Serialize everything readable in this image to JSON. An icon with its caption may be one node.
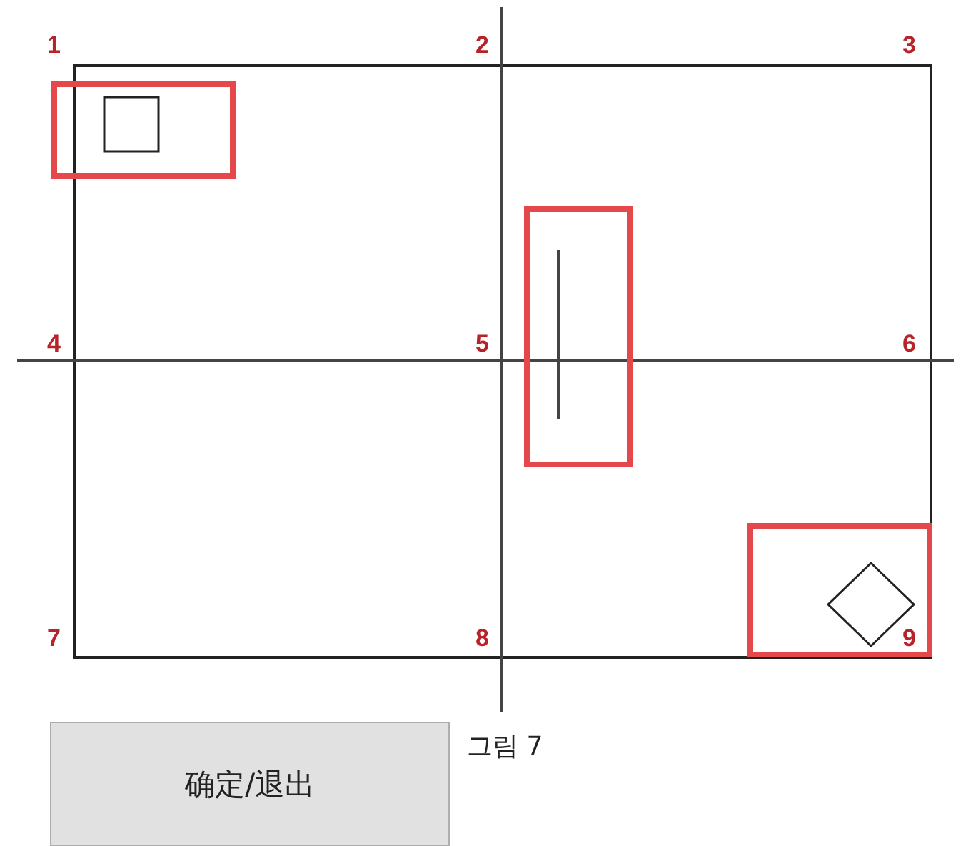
{
  "diagram": {
    "caption": "그림 7",
    "labels": [
      "1",
      "2",
      "3",
      "4",
      "5",
      "6",
      "7",
      "8",
      "9",
      "确定/退出"
    ]
  }
}
